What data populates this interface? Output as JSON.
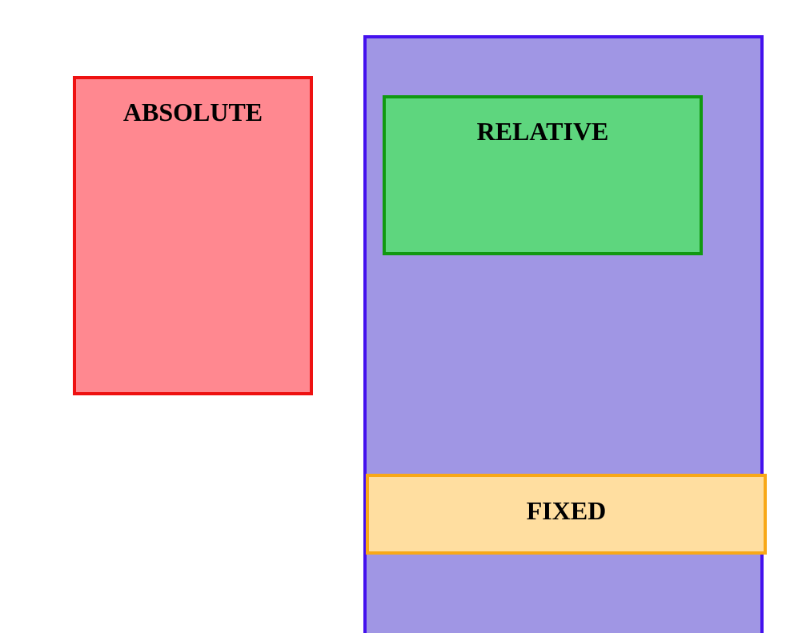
{
  "boxes": {
    "absolute": {
      "label": "ABSOLUTE",
      "fill": "#ff8890",
      "border": "#ee1111"
    },
    "container": {
      "fill": "#a096e4",
      "border": "#4411ee"
    },
    "relative": {
      "label": "RELATIVE",
      "fill": "#5ed67e",
      "border": "#119911"
    },
    "fixed": {
      "label": "FIXED",
      "fill": "#ffdea0",
      "border": "#f8a818"
    }
  }
}
